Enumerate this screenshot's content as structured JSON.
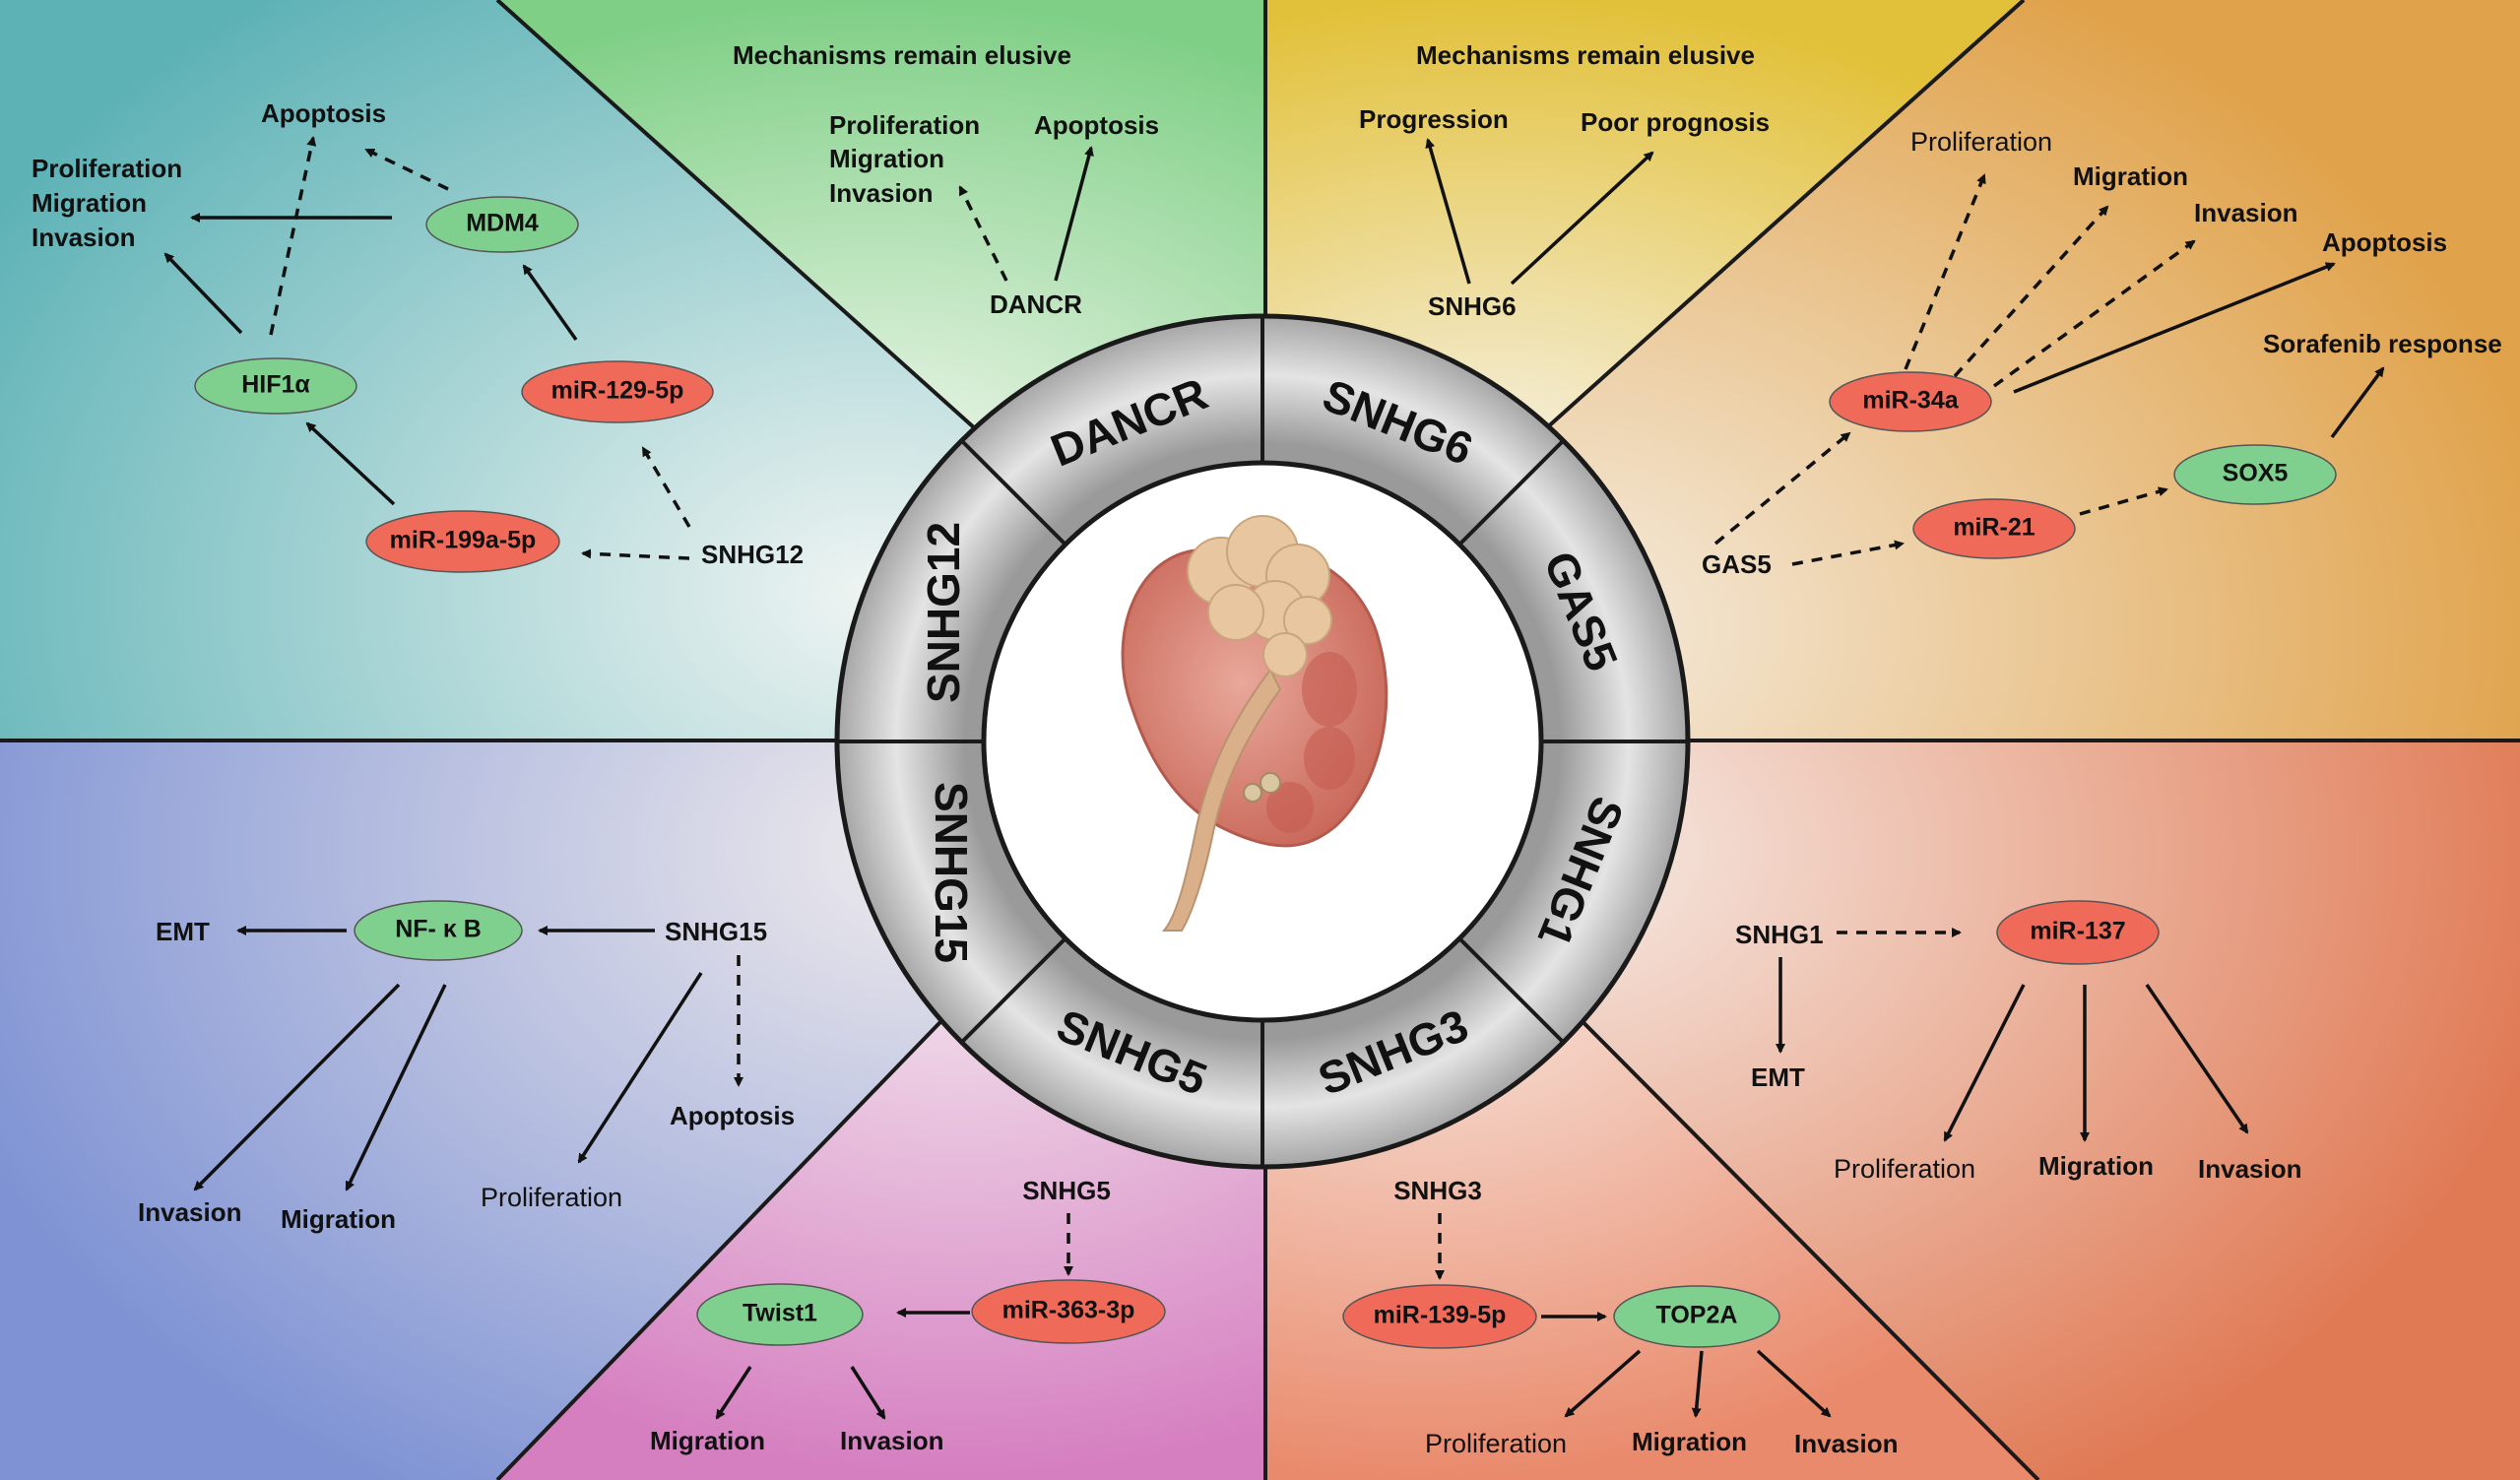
{
  "colors": {
    "green_node": "#7fd08e",
    "red_node": "#f06a5a",
    "teal": "#5db2b6",
    "green": "#7fcf86",
    "yellow": "#e2c13a",
    "orange": "#e0a24a",
    "blue": "#7f93d4",
    "pink": "#d57ec0",
    "salmon": "#e98a6c",
    "coral": "#e07a55"
  },
  "sectors": {
    "snhg12": {
      "lncrna": "SNHG12",
      "apoptosis": "Apoptosis",
      "proliferation": "Proliferation",
      "migration": "Migration",
      "invasion": "Invasion",
      "mdm4": "MDM4",
      "hif1a": "HIF1α",
      "mir129": "miR-129-5p",
      "mir199": "miR-199a-5p"
    },
    "dancr": {
      "lncrna": "DANCR",
      "mechanisms": "Mechanisms remain elusive",
      "proliferation": "Proliferation",
      "migration": "Migration",
      "invasion": "Invasion",
      "apoptosis": "Apoptosis"
    },
    "snhg6": {
      "lncrna": "SNHG6",
      "mechanisms": "Mechanisms remain elusive",
      "progression": "Progression",
      "poor_prognosis": "Poor prognosis"
    },
    "gas5": {
      "lncrna": "GAS5",
      "proliferation": "Proliferation",
      "migration": "Migration",
      "invasion": "Invasion",
      "apoptosis": "Apoptosis",
      "sorafenib": "Sorafenib response",
      "mir34a": "miR-34a",
      "mir21": "miR-21",
      "sox5": "SOX5"
    },
    "snhg15": {
      "lncrna": "SNHG15",
      "emt": "EMT",
      "nfkb": "NF- κ B",
      "invasion": "Invasion",
      "migration": "Migration",
      "proliferation": "Proliferation",
      "apoptosis": "Apoptosis"
    },
    "snhg5": {
      "lncrna": "SNHG5",
      "mir363": "miR-363-3p",
      "twist1": "Twist1",
      "migration": "Migration",
      "invasion": "Invasion"
    },
    "snhg3": {
      "lncrna": "SNHG3",
      "mir139": "miR-139-5p",
      "top2a": "TOP2A",
      "proliferation": "Proliferation",
      "migration": "Migration",
      "invasion": "Invasion"
    },
    "snhg1": {
      "lncrna": "SNHG1",
      "mir137": "miR-137",
      "emt": "EMT",
      "proliferation": "Proliferation",
      "migration": "Migration",
      "invasion": "Invasion"
    }
  }
}
